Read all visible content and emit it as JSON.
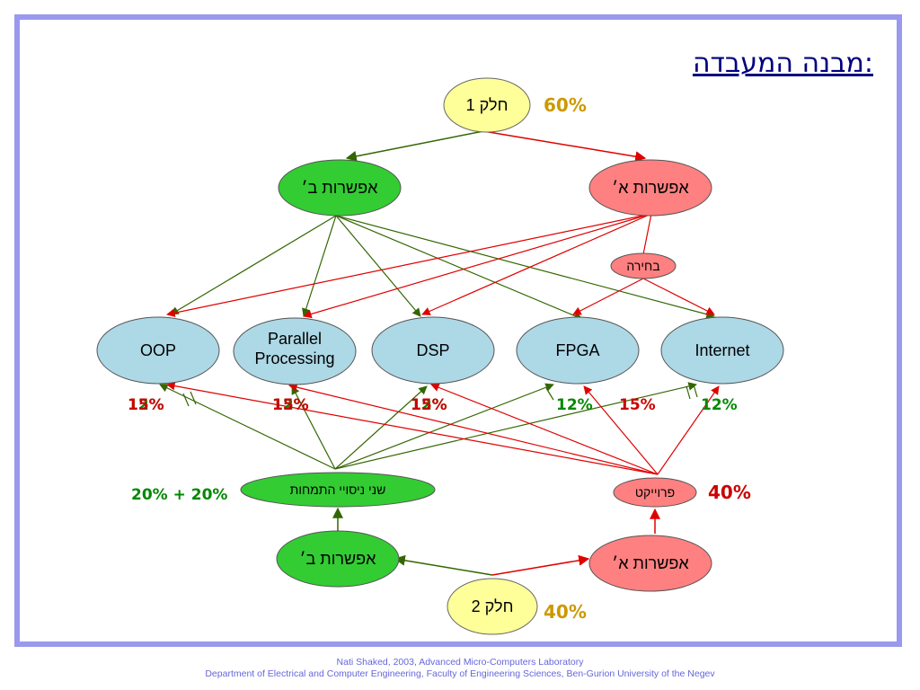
{
  "title": "מבנה המעבדה:",
  "nodes": {
    "part1": "חלק 1",
    "part1_pct": "60%",
    "optB_top": "אפשרות ב׳",
    "optA_top": "אפשרות א׳",
    "choice": "בחירה",
    "oop": "OOP",
    "parallel_1": "Parallel",
    "parallel_2": "Processing",
    "dsp": "DSP",
    "fpga": "FPGA",
    "internet": "Internet",
    "spec": "שני ניסויי התמחות",
    "spec_pct": "20% + 20%",
    "project": "פרוייקט",
    "project_pct": "40%",
    "optB_bottom": "אפשרות ב׳",
    "optA_bottom": "אפשרות א׳",
    "part2": "חלק 2",
    "part2_pct": "40%"
  },
  "percent_labels": {
    "oop_red": "15%",
    "oop_green": "12%",
    "parallel_red": "15%",
    "parallel_green": "12%",
    "dsp_red": "15%",
    "dsp_green": "12%",
    "fpga_green": "12%",
    "internet_red": "15%",
    "internet_green": "12%"
  },
  "colors": {
    "green_node": "#33cc33",
    "red_node": "#ff8080",
    "blue_node": "#add8e6",
    "yellow_node": "#ffff99",
    "green_line": "#336600",
    "red_line": "#e00000",
    "pct_gold": "#cc9900",
    "pct_green": "#008800",
    "pct_red": "#cc0000"
  },
  "footer": {
    "line1": "Nati Shaked, 2003, Advanced Micro-Computers Laboratory",
    "line2": "Department of Electrical and Computer Engineering, Faculty of Engineering Sciences, Ben-Gurion University of the Negev"
  }
}
